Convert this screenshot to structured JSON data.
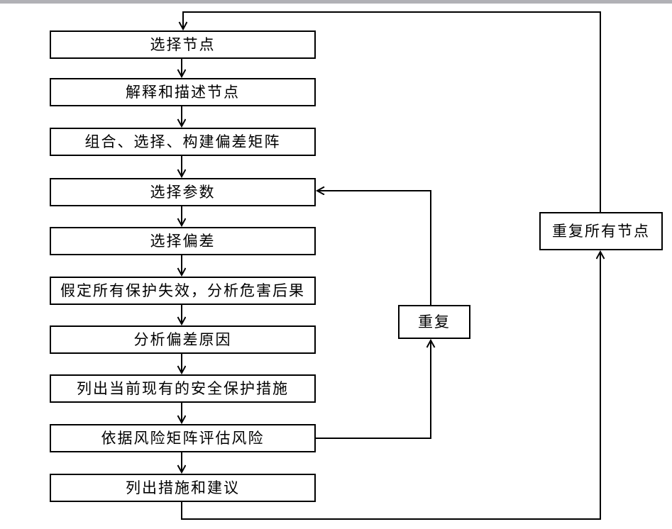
{
  "page": {
    "background": "#ffffff",
    "top_bar_color": "#b1b1b6",
    "line_color": "#000000",
    "node_border_color": "#000000"
  },
  "flowchart": {
    "main_steps": [
      {
        "label": "选择节点"
      },
      {
        "label": "解释和描述节点"
      },
      {
        "label": "组合、选择、构建偏差矩阵"
      },
      {
        "label": "选择参数"
      },
      {
        "label": "选择偏差"
      },
      {
        "label": "假定所有保护失效，分析危害后果"
      },
      {
        "label": "分析偏差原因"
      },
      {
        "label": "列出当前现有的安全保护措施"
      },
      {
        "label": "依据风险矩阵评估风险"
      },
      {
        "label": "列出措施和建议"
      }
    ],
    "loop_labels": [
      {
        "label": "重复"
      },
      {
        "label": "重复所有节点"
      }
    ],
    "edges": [
      {
        "from": "选择节点",
        "to": "解释和描述节点"
      },
      {
        "from": "解释和描述节点",
        "to": "组合、选择、构建偏差矩阵"
      },
      {
        "from": "组合、选择、构建偏差矩阵",
        "to": "选择参数"
      },
      {
        "from": "选择参数",
        "to": "选择偏差"
      },
      {
        "from": "选择偏差",
        "to": "假定所有保护失效，分析危害后果"
      },
      {
        "from": "假定所有保护失效，分析危害后果",
        "to": "分析偏差原因"
      },
      {
        "from": "分析偏差原因",
        "to": "列出当前现有的安全保护措施"
      },
      {
        "from": "列出当前现有的安全保护措施",
        "to": "依据风险矩阵评估风险"
      },
      {
        "from": "依据风险矩阵评估风险",
        "to": "列出措施和建议"
      },
      {
        "from": "依据风险矩阵评估风险",
        "to": "重复",
        "via": "right-loop"
      },
      {
        "from": "重复",
        "to": "选择参数",
        "via": "right-loop"
      },
      {
        "from": "列出措施和建议",
        "to": "重复所有节点",
        "via": "bottom-outer-loop"
      },
      {
        "from": "重复所有节点",
        "to": "选择节点",
        "via": "top-outer-loop"
      }
    ]
  }
}
